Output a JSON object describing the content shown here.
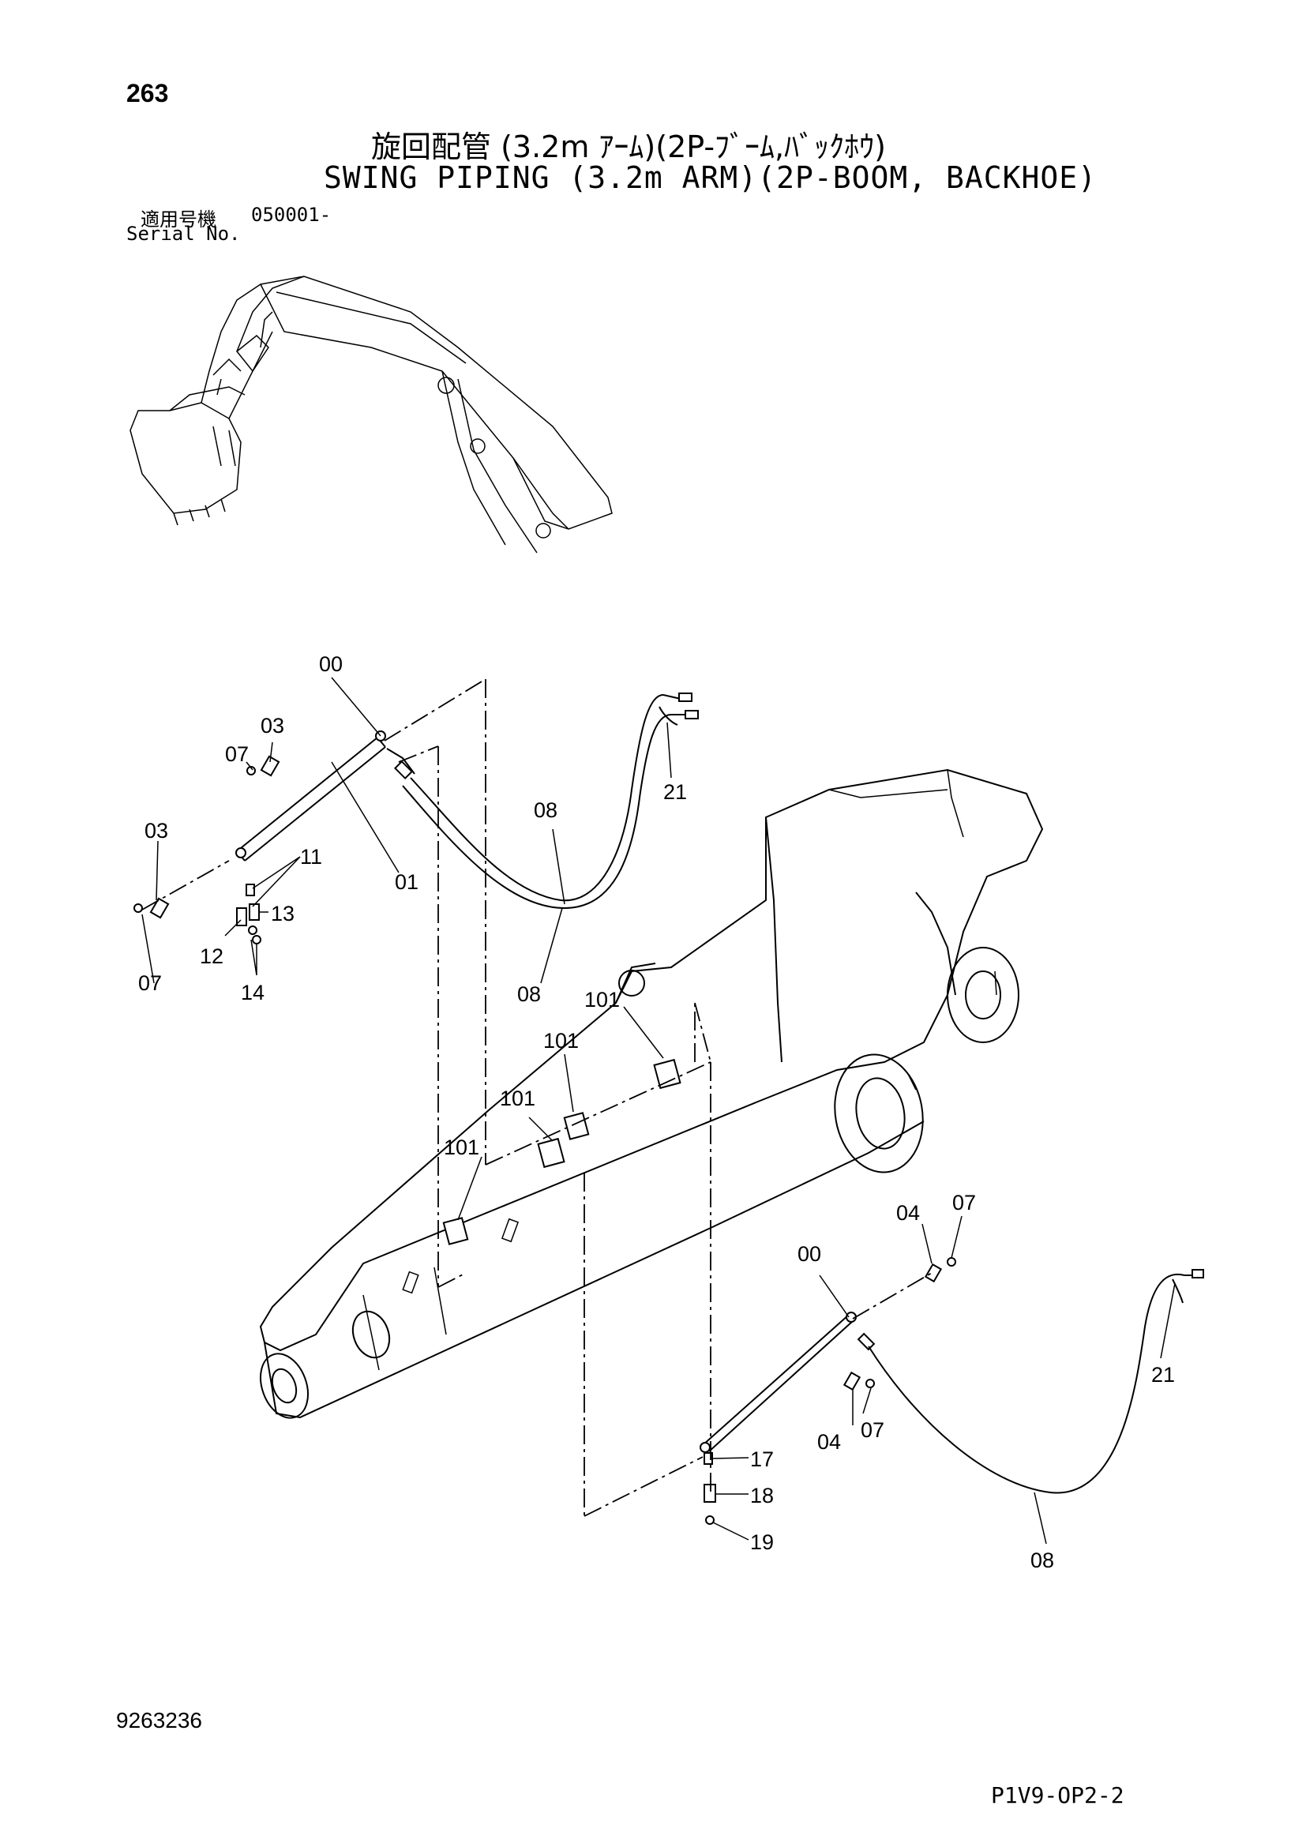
{
  "header": {
    "page_number": "263",
    "title_jp": "旋回配管 (3.2m ｱｰﾑ)(2P-ﾌﾞｰﾑ,ﾊﾞｯｸﾎｳ)",
    "title_en": "SWING PIPING (3.2m ARM)(2P-BOOM, BACKHOE)",
    "serial_label_jp": "適用号機",
    "serial_value": "050001-",
    "serial_label_en": "Serial No."
  },
  "callouts": {
    "c00a": "00",
    "c03a": "03",
    "c07a": "07",
    "c03b": "03",
    "c11": "11",
    "c01": "01",
    "c08a": "08",
    "c21a": "21",
    "c13": "13",
    "c12": "12",
    "c07b": "07",
    "c14": "14",
    "c08b": "08",
    "c101a": "101",
    "c101b": "101",
    "c101c": "101",
    "c101d": "101",
    "c04a": "04",
    "c07c": "07",
    "c00b": "00",
    "c21b": "21",
    "c04b": "04",
    "c07d": "07",
    "c17": "17",
    "c18": "18",
    "c19": "19",
    "c08c": "08"
  },
  "footer": {
    "document_number": "9263236",
    "page_code": "P1V9-OP2-2"
  }
}
